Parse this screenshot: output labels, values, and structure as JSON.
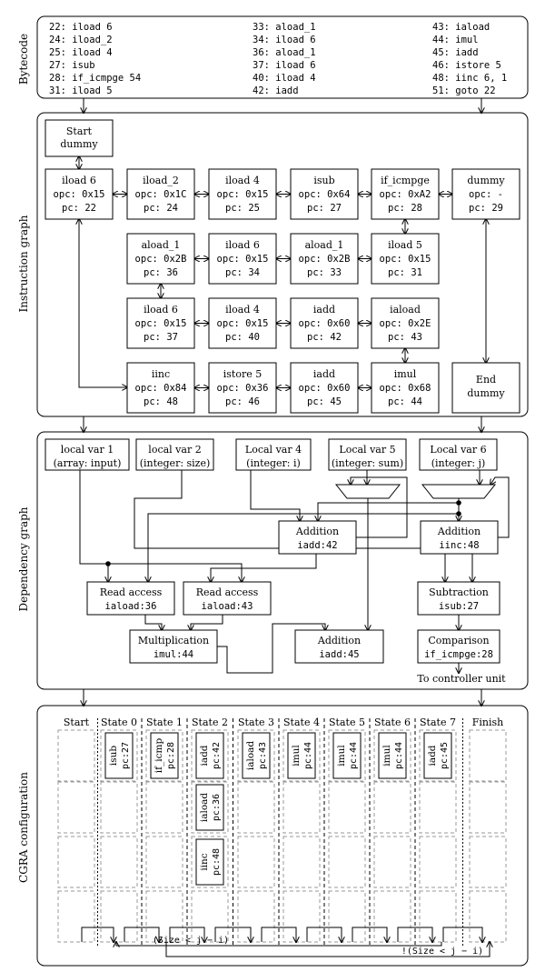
{
  "sections": {
    "bytecode": "Bytecode",
    "instruction_graph": "Instruction graph",
    "dependency_graph": "Dependency graph",
    "cgra": "CGRA configuration"
  },
  "bytecode": [
    [
      "22: iload 6",
      "24: iload_2",
      "25: iload 4",
      "27: isub",
      "28: if_icmpge 54",
      "31: iload 5"
    ],
    [
      "33: aload_1",
      "34: iload 6",
      "36: aload_1",
      "37: iload 6",
      "40: iload 4",
      "42: iadd"
    ],
    [
      "43: iaload",
      "44: imul",
      "45: iadd",
      "46: istore 5",
      "48: iinc 6, 1",
      "51: goto 22"
    ]
  ],
  "instr": {
    "start": [
      "Start",
      "dummy"
    ],
    "end": [
      "End",
      "dummy"
    ],
    "nodes": [
      {
        "id": "n22",
        "name": "iload 6",
        "opc": "opc: 0x15",
        "pc": "pc: 22"
      },
      {
        "id": "n24",
        "name": "iload_2",
        "opc": "opc: 0x1C",
        "pc": "pc: 24"
      },
      {
        "id": "n25",
        "name": "iload 4",
        "opc": "opc: 0x15",
        "pc": "pc: 25"
      },
      {
        "id": "n27",
        "name": "isub",
        "opc": "opc: 0x64",
        "pc": "pc: 27"
      },
      {
        "id": "n28",
        "name": "if_icmpge",
        "opc": "opc: 0xA2",
        "pc": "pc: 28"
      },
      {
        "id": "n29",
        "name": "dummy",
        "opc": "opc: -",
        "pc": "pc: 29"
      },
      {
        "id": "n36",
        "name": "aload_1",
        "opc": "opc: 0x2B",
        "pc": "pc: 36"
      },
      {
        "id": "n34",
        "name": "iload 6",
        "opc": "opc: 0x15",
        "pc": "pc: 34"
      },
      {
        "id": "n33",
        "name": "aload_1",
        "opc": "opc: 0x2B",
        "pc": "pc: 33"
      },
      {
        "id": "n31",
        "name": "iload 5",
        "opc": "opc: 0x15",
        "pc": "pc: 31"
      },
      {
        "id": "n37",
        "name": "iload 6",
        "opc": "opc: 0x15",
        "pc": "pc: 37"
      },
      {
        "id": "n40",
        "name": "iload 4",
        "opc": "opc: 0x15",
        "pc": "pc: 40"
      },
      {
        "id": "n42",
        "name": "iadd",
        "opc": "opc: 0x60",
        "pc": "pc: 42"
      },
      {
        "id": "n43",
        "name": "iaload",
        "opc": "opc: 0x2E",
        "pc": "pc: 43"
      },
      {
        "id": "n48",
        "name": "iinc",
        "opc": "opc: 0x84",
        "pc": "pc: 48"
      },
      {
        "id": "n46",
        "name": "istore 5",
        "opc": "opc: 0x36",
        "pc": "pc: 46"
      },
      {
        "id": "n45",
        "name": "iadd",
        "opc": "opc: 0x60",
        "pc": "pc: 45"
      },
      {
        "id": "n44",
        "name": "imul",
        "opc": "opc: 0x68",
        "pc": "pc: 44"
      }
    ]
  },
  "dep": {
    "vars": [
      {
        "id": "v1",
        "l1": "local var 1",
        "l2": "(array: input)"
      },
      {
        "id": "v2",
        "l1": "local var 2",
        "l2": "(integer: size)"
      },
      {
        "id": "v4",
        "l1": "Local var 4",
        "l2": "(integer: i)"
      },
      {
        "id": "v5",
        "l1": "Local var 5",
        "l2": "(integer: sum)"
      },
      {
        "id": "v6",
        "l1": "Local var 6",
        "l2": "(integer: j)"
      }
    ],
    "ops": [
      {
        "id": "add42",
        "l1": "Addition",
        "l2": "iadd:42"
      },
      {
        "id": "add48",
        "l1": "Addition",
        "l2": "iinc:48"
      },
      {
        "id": "ra36",
        "l1": "Read access",
        "l2": "iaload:36"
      },
      {
        "id": "ra43",
        "l1": "Read access",
        "l2": "iaload:43"
      },
      {
        "id": "sub27",
        "l1": "Subtraction",
        "l2": "isub:27"
      },
      {
        "id": "mul44",
        "l1": "Multiplication",
        "l2": "imul:44"
      },
      {
        "id": "add45",
        "l1": "Addition",
        "l2": "iadd:45"
      },
      {
        "id": "cmp28",
        "l1": "Comparison",
        "l2": "if_icmpge:28"
      }
    ],
    "controller": "To controller unit"
  },
  "cgra": {
    "columns": [
      "Start",
      "State 0",
      "State 1",
      "State 2",
      "State 3",
      "State 4",
      "State 5",
      "State 6",
      "State 7",
      "Finish"
    ],
    "ops": [
      {
        "col": 1,
        "row": 0,
        "name": "isub",
        "pc": "pc:27"
      },
      {
        "col": 2,
        "row": 0,
        "name": "if_icmp",
        "pc": "pc:28"
      },
      {
        "col": 3,
        "row": 0,
        "name": "iadd",
        "pc": "pc:42"
      },
      {
        "col": 3,
        "row": 1,
        "name": "iaload",
        "pc": "pc:36"
      },
      {
        "col": 3,
        "row": 2,
        "name": "iinc",
        "pc": "pc:48"
      },
      {
        "col": 4,
        "row": 0,
        "name": "iaload",
        "pc": "pc:43"
      },
      {
        "col": 5,
        "row": 0,
        "name": "imul",
        "pc": "pc:44"
      },
      {
        "col": 6,
        "row": 0,
        "name": "imul",
        "pc": "pc:44"
      },
      {
        "col": 7,
        "row": 0,
        "name": "imul",
        "pc": "pc:44"
      },
      {
        "col": 8,
        "row": 0,
        "name": "iadd",
        "pc": "pc:45"
      }
    ],
    "cond_true": "(Size < j − i)",
    "cond_false": "!(Size < j − i)"
  }
}
